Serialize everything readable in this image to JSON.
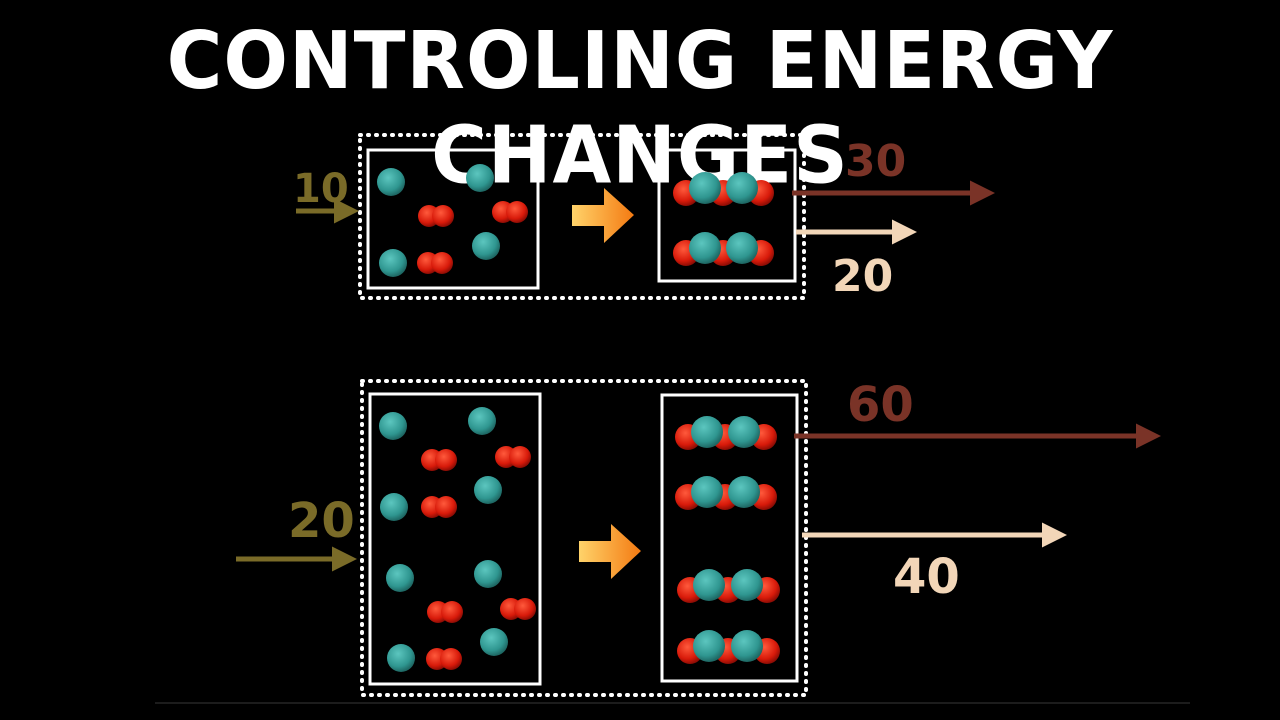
{
  "title": "CONTROLING ENERGY CHANGES",
  "colors": {
    "background": "#000000",
    "energy_in": "#7a6b28",
    "energy_out_heat": "#7a3327",
    "energy_out_light": "#f2d6b8",
    "atom_teal": "#3aa39d",
    "atom_red": "#e0200f",
    "box_border": "#ffffff",
    "reaction_arrow": "#f6a21c"
  },
  "reactions": [
    {
      "name": "top",
      "energy_in": "10",
      "energy_out_upper": "30",
      "energy_out_lower": "20"
    },
    {
      "name": "bottom",
      "energy_in": "20",
      "energy_out_upper": "60",
      "energy_out_lower": "40"
    }
  ]
}
